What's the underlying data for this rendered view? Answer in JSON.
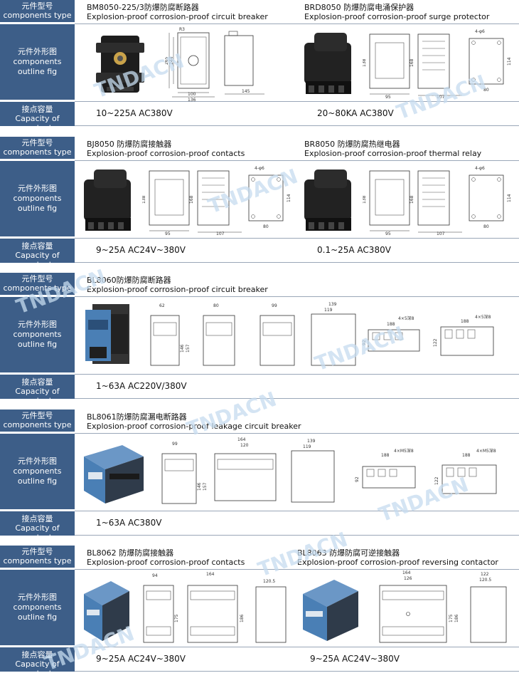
{
  "labels": {
    "type_cn": "元件型号",
    "type_en": "components type",
    "fig_cn": "元件外形图",
    "fig_en1": "components",
    "fig_en2": "outline fig",
    "cap_cn": "接点容量",
    "cap_en": "Capacity of contact"
  },
  "watermark": "TNDACN",
  "colors": {
    "label_bg": "#3d5e88",
    "device_black": "#222222",
    "device_blue": "#4a7fb5"
  },
  "products": [
    {
      "cn": "BM8050-225/3防爆防腐断路器",
      "en": "Explosion-proof corrosion-proof circuit breaker",
      "capacity": "10~225A  AC380V",
      "dims": {
        "w": "100",
        "w2": "136",
        "h1": "265",
        "h2": "244",
        "r": "R3",
        "d": "145"
      }
    },
    {
      "cn": "BRD8050 防爆防腐电涌保护器",
      "en": "Explosion-proof corrosion-proof surge protector",
      "capacity": "20~80KA  AC380V",
      "dims": {
        "w": "95",
        "d": "107",
        "h": "138",
        "h2": "168",
        "holes": "4-φ6",
        "mw": "80",
        "mh": "114"
      }
    },
    {
      "cn": "BJ8050 防爆防腐接触器",
      "en": "Explosion-proof corrosion-proof contacts",
      "capacity": "9~25A  AC24V~380V",
      "dims": {
        "w": "95",
        "d": "107",
        "h": "138",
        "h2": "168",
        "holes": "4-φ6",
        "mw": "80",
        "mh": "114"
      }
    },
    {
      "cn": "BR8050 防爆防腐热继电器",
      "en": "Explosion-proof corrosion-proof thermal relay",
      "capacity": "0.1~25A  AC380V",
      "dims": {
        "w": "95",
        "d": "107",
        "h": "138",
        "h2": "168",
        "holes": "4-φ6",
        "mw": "80",
        "mh": "114"
      }
    },
    {
      "cn": "BL8060防爆防腐断路器",
      "en": "Explosion-proof corrosion-proof circuit breaker",
      "capacity": "1~63A  AC220V/380V",
      "dims": {
        "a": "62",
        "b": "80",
        "c": "99",
        "d": "139",
        "e": "119",
        "m1": "188",
        "m2": "188",
        "holes1": "4×5深8",
        "holes2": "4×5深8",
        "h1": "146",
        "h2": "157",
        "mh1": "92",
        "mh2": "122"
      }
    },
    {
      "cn": "BL8061防爆防腐漏电断路器",
      "en": "Explosion-proof corrosion-proof leakage circuit breaker",
      "capacity": "1~63A  AC380V",
      "dims": {
        "a": "99",
        "b": "164",
        "c": "120",
        "d": "139",
        "e": "119",
        "m1": "188",
        "m2": "188",
        "holes1": "4×M5深8",
        "holes2": "4×M5深8",
        "h1": "146",
        "h2": "157",
        "mh1": "92",
        "mh2": "122"
      }
    },
    {
      "cn": "BL8062 防爆防腐接触器",
      "en": "Explosion-proof corrosion-proof contacts",
      "capacity": "9~25A  AC24V~380V",
      "dims": {
        "a": "94",
        "b": "164",
        "c": "120.5",
        "h1": "175",
        "h2": "186"
      }
    },
    {
      "cn": "BL8063 防爆防腐可逆接触器",
      "en": "Explosion-proof corrosion-proof reversing contactor",
      "capacity": "9~25A  AC24V~380V",
      "dims": {
        "b": "164",
        "b2": "126",
        "c": "122",
        "c2": "120.5",
        "h1": "175",
        "h2": "186"
      }
    }
  ]
}
